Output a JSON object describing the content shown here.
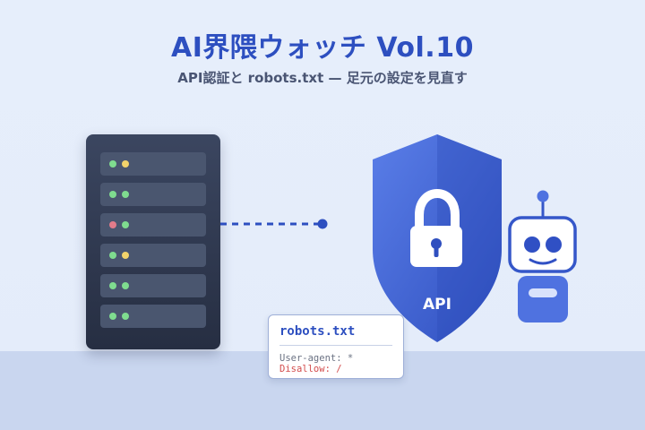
{
  "header": {
    "title": "AI界隈ウォッチ Vol.10",
    "subtitle": "API認証と robots.txt — 足元の設定を見直す"
  },
  "server": {
    "slots": [
      {
        "leds": [
          "#7fdc8f",
          "#f2d36b"
        ]
      },
      {
        "leds": [
          "#7fdc8f",
          "#7fdc8f"
        ]
      },
      {
        "leds": [
          "#e27b8a",
          "#7fdc8f"
        ]
      },
      {
        "leds": [
          "#7fdc8f",
          "#f2d36b"
        ]
      },
      {
        "leds": [
          "#7fdc8f",
          "#7fdc8f"
        ]
      },
      {
        "leds": [
          "#7fdc8f",
          "#7fdc8f"
        ]
      }
    ]
  },
  "shield": {
    "label": "API",
    "color_light": "#4f72e0",
    "color_dark": "#3557c9"
  },
  "robots_card": {
    "filename": "robots.txt",
    "line1": "User-agent: *",
    "line2": "Disallow: /"
  },
  "colors": {
    "accent": "#2d4fc0",
    "robot_blue": "#4f72e0"
  }
}
